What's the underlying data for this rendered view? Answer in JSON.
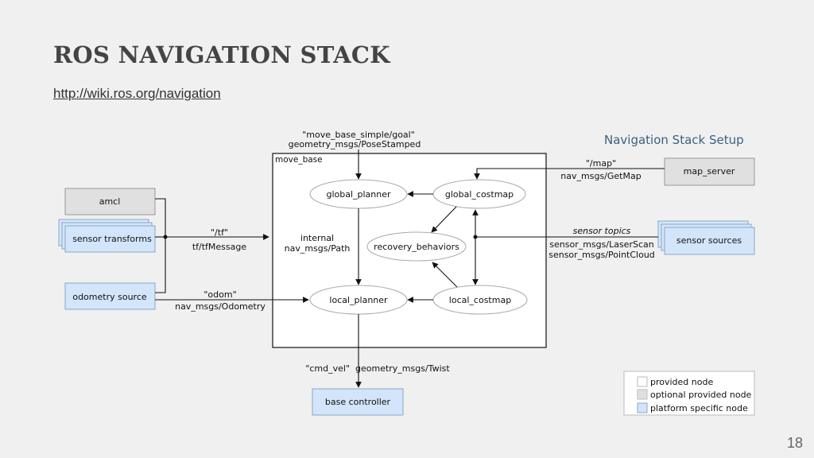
{
  "slide": {
    "title": "ROS NAVIGATION STACK",
    "link": "http://wiki.ros.org/navigation",
    "page_number": "18"
  },
  "diagram": {
    "title": "Navigation Stack Setup",
    "container_label": "move_base",
    "nodes": {
      "amcl": "amcl",
      "sensor_transforms": "sensor transforms",
      "odometry_source": "odometry source",
      "map_server": "map_server",
      "sensor_sources": "sensor sources",
      "base_controller": "base controller",
      "global_planner": "global_planner",
      "global_costmap": "global_costmap",
      "recovery_behaviors": "recovery_behaviors",
      "local_planner": "local_planner",
      "local_costmap": "local_costmap"
    },
    "labels": {
      "goal_topic": "\"move_base_simple/goal\"",
      "goal_type": "geometry_msgs/PoseStamped",
      "map_topic": "\"/map\"",
      "map_type": "nav_msgs/GetMap",
      "tf_topic": "\"/tf\"",
      "tf_type": "tf/tfMessage",
      "internal_label": "internal",
      "internal_type": "nav_msgs/Path",
      "sensor_topics": "sensor topics",
      "laser_type": "sensor_msgs/LaserScan",
      "cloud_type": "sensor_msgs/PointCloud",
      "odom_topic": "\"odom\"",
      "odom_type": "nav_msgs/Odometry",
      "cmd_vel": "\"cmd_vel\"  geometry_msgs/Twist"
    },
    "legend": {
      "provided": "provided node",
      "optional": "optional provided node",
      "platform": "platform specific node"
    },
    "colors": {
      "provided": "#ffffff",
      "optional": "#e0e0e0",
      "platform": "#d3e5fa",
      "title": "#3a5f80"
    }
  }
}
